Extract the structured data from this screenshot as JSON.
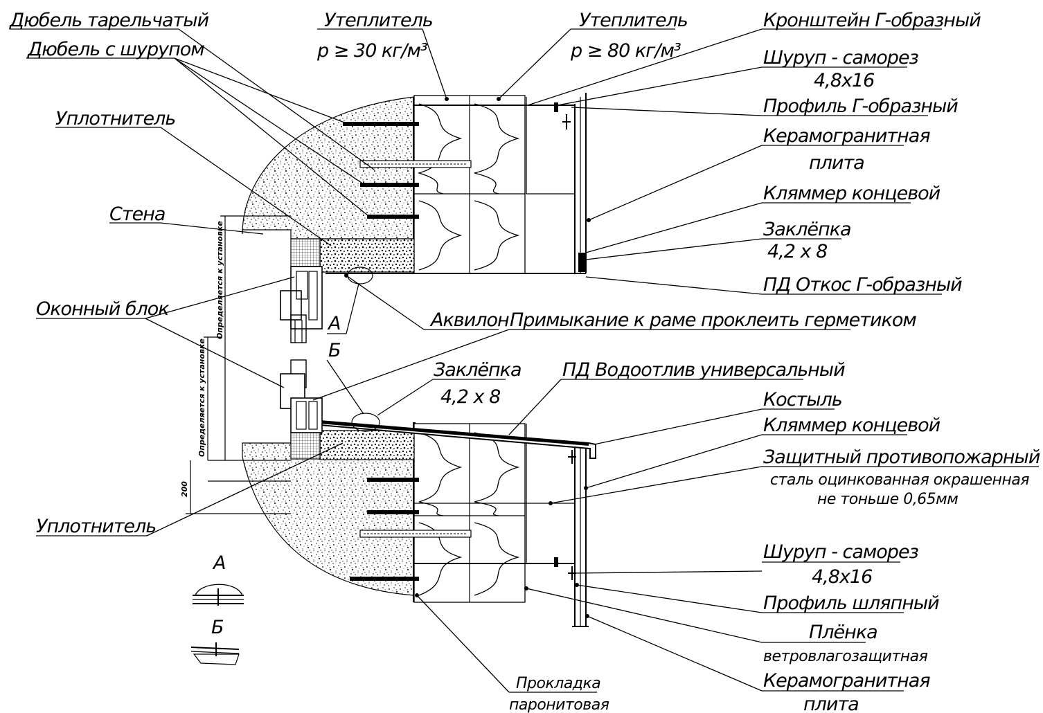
{
  "colors": {
    "ink": "#000000",
    "paper": "#ffffff",
    "concrete_dots": "#000000"
  },
  "labels": {
    "dowel_plate": "Дюбель тарельчатый",
    "dowel_screw": "Дюбель с шурупом",
    "insul_30": "Утеплитель",
    "insul_30_density": "p ≥ 30 кг/м³",
    "insul_80": "Утеплитель",
    "insul_80_density": "p ≥ 80 кг/м³",
    "bracket_l": "Кронштейн Г-образный",
    "screw_top": "Шуруп - саморез",
    "screw_top_size": "4,8х16",
    "profile_l": "Профиль Г-образный",
    "ceramic_top_1": "Керамогранитная",
    "ceramic_top_2": "плита",
    "sealant_top": "Уплотнитель",
    "clamp_top": "Кляммер концевой",
    "wall": "Стена",
    "rivet_top": "Заклёпка",
    "rivet_top_size": "4,2 х 8",
    "pd_slope": "ПД Откос Г-образный",
    "window_block": "Оконный блок",
    "akvilon": "Аквилон",
    "adjoin_note": "Примыкание к раме проклеить герметиком",
    "mark_a": "А",
    "mark_b": "Б",
    "rivet_mid": "Заклёпка",
    "rivet_mid_size": "4,2 х 8",
    "pd_drip": "ПД Водоотлив универсальный",
    "crutch": "Костыль",
    "clamp_bottom": "Кляммер концевой",
    "fire_screen": "Защитный противопожарный экран",
    "fire_screen_note_1": "сталь оцинкованная окрашенная",
    "fire_screen_note_2": "не тоньше 0,65мм",
    "sealant_bottom": "Уплотнитель",
    "screw_bottom": "Шуруп - саморез",
    "screw_bottom_size": "4,8х16",
    "profile_hat": "Профиль шляпный",
    "film_1": "Плёнка",
    "film_2": "ветровлагозащитная",
    "ceramic_bottom_1": "Керамогранитная",
    "ceramic_bottom_2": "плита",
    "gasket_1": "Прокладка",
    "gasket_2": "паронитовая",
    "detail_a": "А",
    "detail_b": "Б",
    "dim_200": "200",
    "dim_vert_1": "Определяется к установке",
    "dim_vert_2": "Определяется к установке"
  }
}
